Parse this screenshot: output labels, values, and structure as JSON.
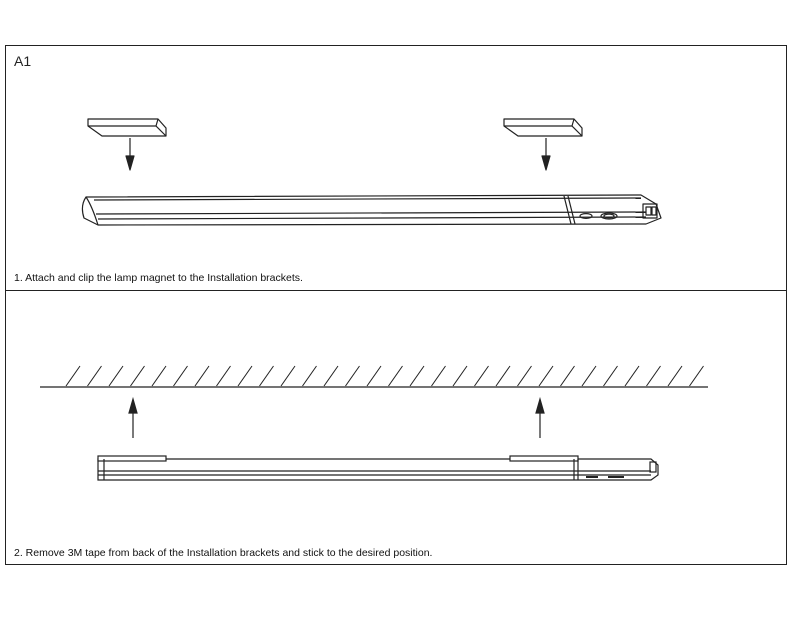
{
  "figure_label": "A1",
  "steps": [
    {
      "caption": "1. Attach and clip the lamp magnet to the  Installation brackets."
    },
    {
      "caption": "2. Remove 3M tape from back of the Installation brackets and stick to the desired position."
    }
  ],
  "colors": {
    "line": "#222222",
    "background": "#ffffff"
  }
}
